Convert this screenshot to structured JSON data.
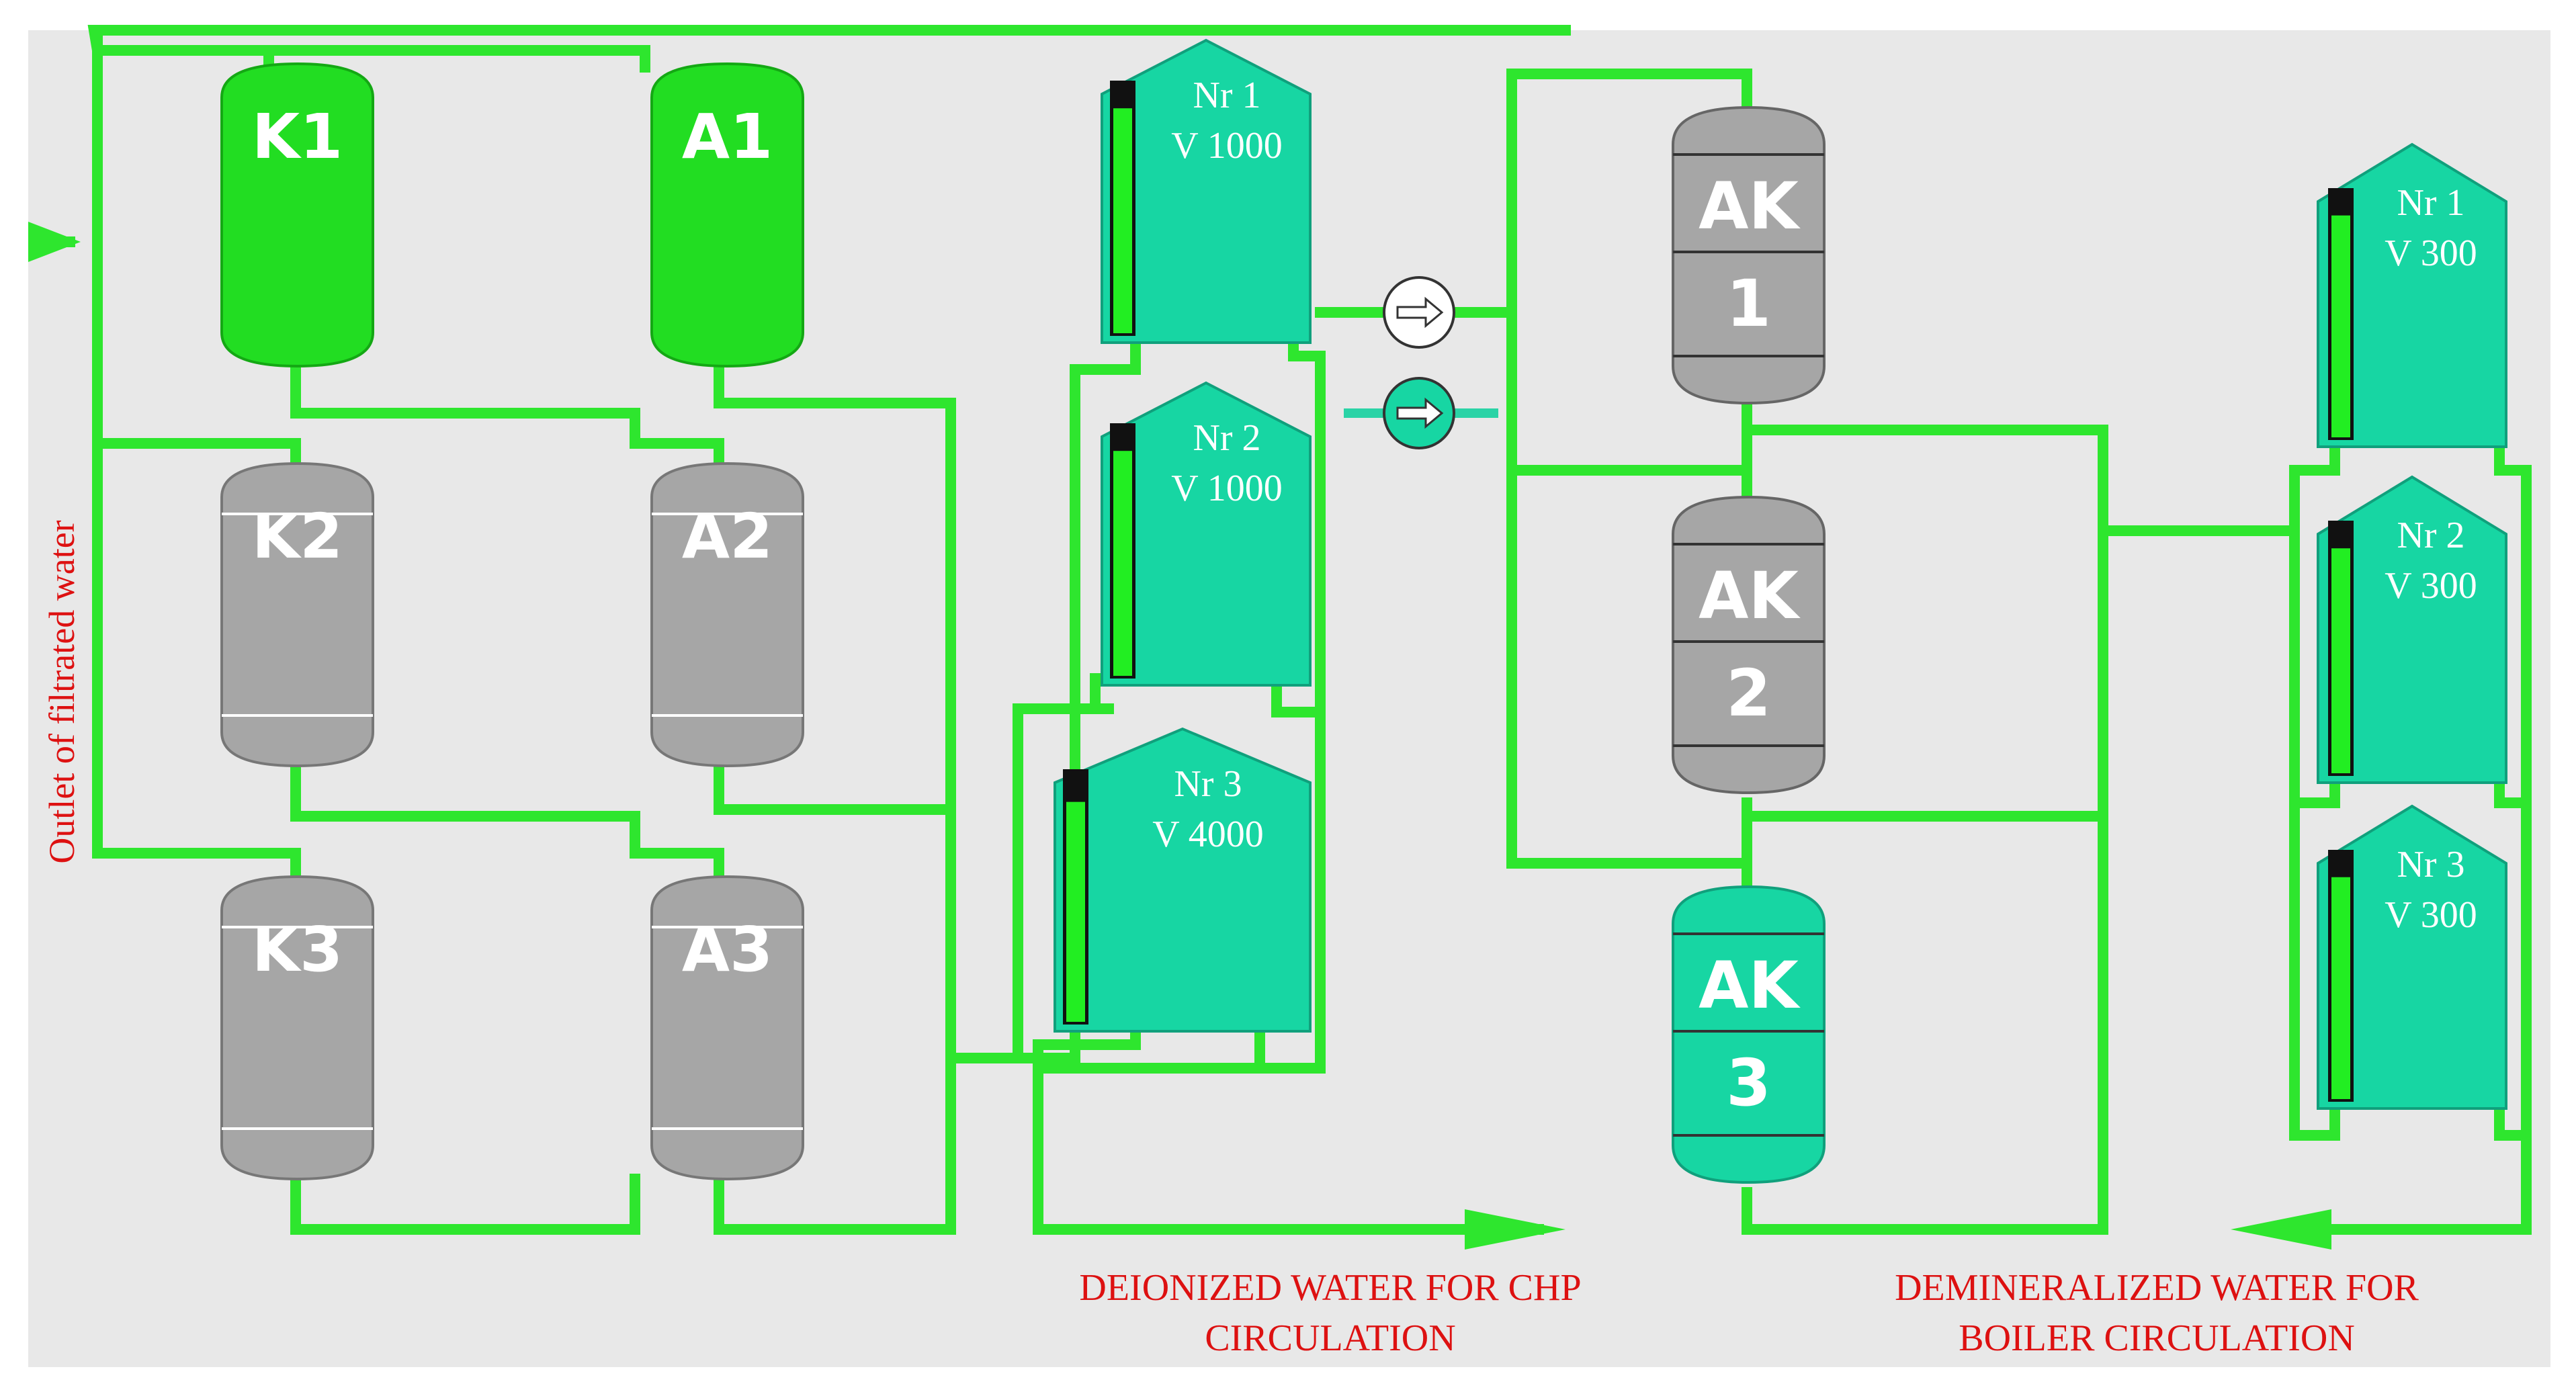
{
  "colors": {
    "pipe": "#2ee62e",
    "vessel_active": "#22dd22",
    "vessel_inactive": "#a6a6a6",
    "tank": "#17d6a3",
    "tank_outline": "#10a07c",
    "level_fill": "#22ee22",
    "annotation_text": "#dd1111",
    "background": "#e8e8e8"
  },
  "inlet": {
    "label": "Outlet of filtrated water",
    "arrow_icon": "arrow-right-icon"
  },
  "filters": [
    {
      "id": "K1",
      "label": "K1",
      "state": "active"
    },
    {
      "id": "A1",
      "label": "A1",
      "state": "active"
    },
    {
      "id": "K2",
      "label": "K2",
      "state": "inactive"
    },
    {
      "id": "A2",
      "label": "A2",
      "state": "inactive"
    },
    {
      "id": "K3",
      "label": "K3",
      "state": "inactive"
    },
    {
      "id": "A3",
      "label": "A3",
      "state": "inactive"
    }
  ],
  "deionized_tanks": [
    {
      "name": "Nr 1",
      "volume": "V 1000",
      "level": 0.9
    },
    {
      "name": "Nr 2",
      "volume": "V 1000",
      "level": 0.9
    },
    {
      "name": "Nr 3",
      "volume": "V 4000",
      "level": 0.88
    }
  ],
  "pumps": [
    {
      "id": "pump-1",
      "state": "off",
      "icon": "arrow-right-icon"
    },
    {
      "id": "pump-2",
      "state": "on",
      "icon": "arrow-right-icon"
    }
  ],
  "ak_filters": [
    {
      "id": "AK1",
      "top": "AK",
      "bottom": "1",
      "state": "inactive"
    },
    {
      "id": "AK2",
      "top": "AK",
      "bottom": "2",
      "state": "inactive"
    },
    {
      "id": "AK3",
      "top": "AK",
      "bottom": "3",
      "state": "active"
    }
  ],
  "demineralized_tanks": [
    {
      "name": "Nr 1",
      "volume": "V 300",
      "level": 0.9
    },
    {
      "name": "Nr 2",
      "volume": "V 300",
      "level": 0.9
    },
    {
      "name": "Nr 3",
      "volume": "V 300",
      "level": 0.9
    }
  ],
  "outputs": {
    "chp_line1": "DEIONIZED WATER FOR CHP",
    "chp_line2": "CIRCULATION",
    "boiler_line1": "DEMINERALIZED WATER FOR",
    "boiler_line2": "BOILER CIRCULATION"
  }
}
